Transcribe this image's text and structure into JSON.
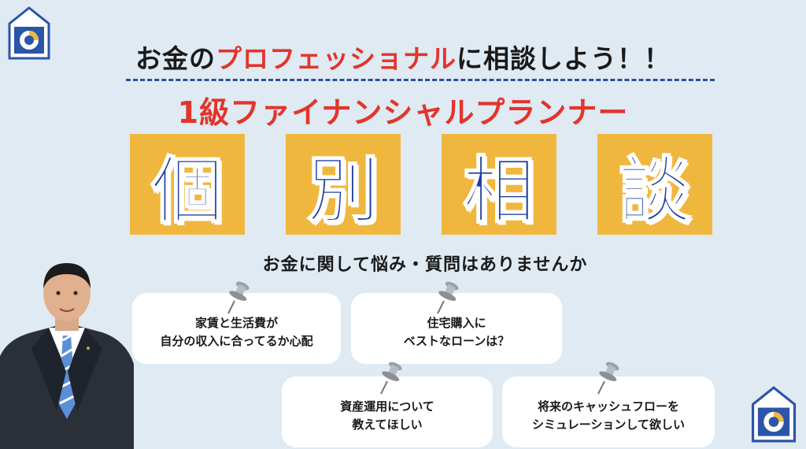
{
  "headline": {
    "part1": "お金の",
    "accent": "プロフェッショナル",
    "part2": "に相談しよう！！"
  },
  "subhead": "1級ファイナンシャルプランナー",
  "tiles": [
    "個",
    "別",
    "相",
    "談"
  ],
  "question": "お金に関して悩み・質問はありませんか",
  "bubbles": [
    {
      "line1": "家賃と生活費が",
      "line2": "自分の収入に合ってるか心配"
    },
    {
      "line1": "住宅購入に",
      "line2": "ベストなローンは？"
    },
    {
      "line1": "資産運用について",
      "line2": "教えてほしい"
    },
    {
      "line1": "将来のキャッシュフローを",
      "line2": "シミュレーションして欲しい"
    }
  ],
  "colors": {
    "background": "#dfeaf3",
    "accent_red": "#e2352b",
    "tile_yellow": "#f0b73f",
    "tile_text_blue": "#1e3fa0",
    "divider_blue": "#2d4ea0"
  },
  "icons": [
    "house-logo-icon",
    "push-pin-icon"
  ]
}
